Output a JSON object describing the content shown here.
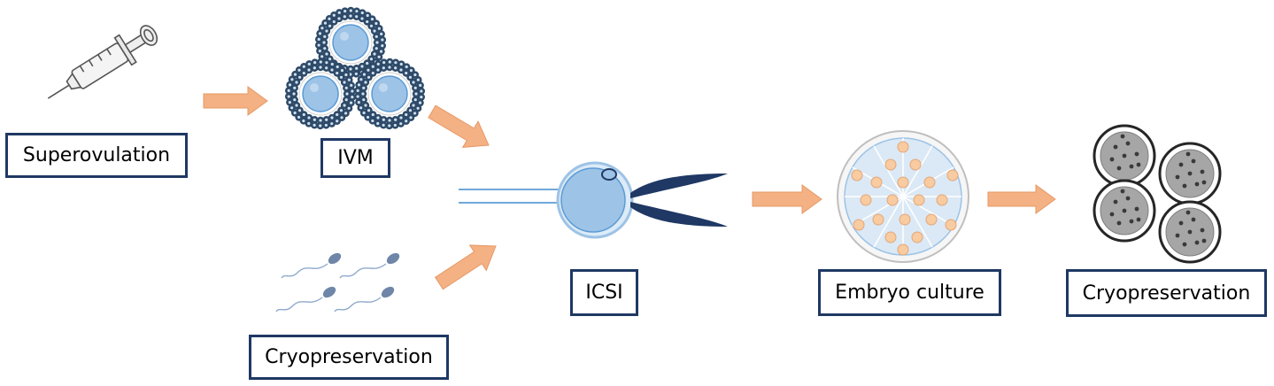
{
  "colors": {
    "box_border": "#1f3864",
    "arrow_fill": "#f4b183",
    "arrow_stroke": "#e69966",
    "cell_fill": "#9dc3e6",
    "cell_stroke": "#5b9bd5",
    "cumulus": "#2e4a68",
    "micro_pipette": "#1f3864",
    "embryo_gray": "#a6a6a6",
    "blastomere": "#f8cba0"
  },
  "labels": {
    "superovulation": "Superovulation",
    "ivm": "IVM",
    "sperm_cryo": "Cryopreservation",
    "icsi": "ICSI",
    "embryo_culture": "Embryo culture",
    "embryo_cryo": "Cryopreservation"
  },
  "icons": {
    "syringe": "syringe-icon",
    "oocytes": "oocyte-cluster-icon",
    "sperm": "sperm-icon",
    "icsi": "icsi-injection-icon",
    "culture": "embryo-culture-dish-icon",
    "frozen": "frozen-embryo-icon"
  }
}
